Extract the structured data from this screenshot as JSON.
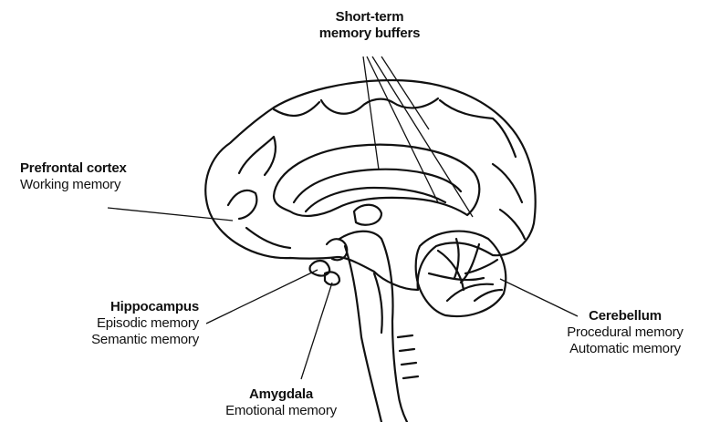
{
  "labels": {
    "short_term": {
      "title_line1": "Short-term",
      "title_line2": "memory buffers"
    },
    "prefrontal": {
      "title": "Prefrontal cortex",
      "line1": "Working memory"
    },
    "hippocampus": {
      "title": "Hippocampus",
      "line1": "Episodic memory",
      "line2": "Semantic memory"
    },
    "amygdala": {
      "title": "Amygdala",
      "line1": "Emotional memory"
    },
    "cerebellum": {
      "title": "Cerebellum",
      "line1": "Procedural memory",
      "line2": "Automatic memory"
    }
  },
  "colors": {
    "ink": "#111111",
    "background": "#ffffff"
  }
}
